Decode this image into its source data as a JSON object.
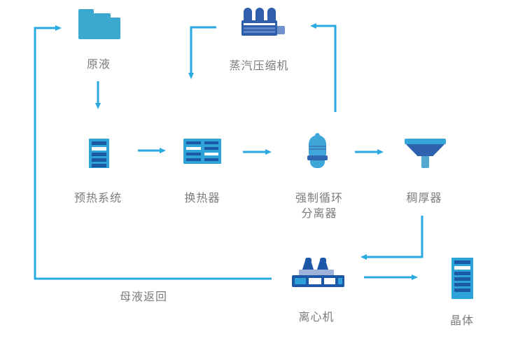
{
  "diagram": {
    "type": "process-flow",
    "language": "zh-CN",
    "nodes": [
      {
        "id": "raw-liquid",
        "label": "原液",
        "icon": "folder-icon"
      },
      {
        "id": "steam-compressor",
        "label": "蒸汽压缩机",
        "icon": "compressor-icon"
      },
      {
        "id": "preheater",
        "label": "预热系统",
        "icon": "striped-panel-icon"
      },
      {
        "id": "heat-exchanger",
        "label": "换热器",
        "icon": "exchanger-icon"
      },
      {
        "id": "separator",
        "label": "强制循环分离器",
        "line1": "强制循环",
        "line2": "分离器",
        "icon": "vessel-icon"
      },
      {
        "id": "thickener",
        "label": "稠厚器",
        "icon": "funnel-icon"
      },
      {
        "id": "centrifuge",
        "label": "离心机",
        "icon": "centrifuge-icon"
      },
      {
        "id": "crystal",
        "label": "晶体",
        "icon": "crystal-icon"
      }
    ],
    "edges": [
      {
        "from": "raw-liquid",
        "to": "preheater"
      },
      {
        "from": "preheater",
        "to": "heat-exchanger"
      },
      {
        "from": "heat-exchanger",
        "to": "separator"
      },
      {
        "from": "separator",
        "to": "thickener"
      },
      {
        "from": "separator",
        "to": "steam-compressor"
      },
      {
        "from": "steam-compressor",
        "to": "heat-exchanger"
      },
      {
        "from": "thickener",
        "to": "centrifuge"
      },
      {
        "from": "centrifuge",
        "to": "crystal"
      },
      {
        "from": "centrifuge",
        "to": "raw-liquid",
        "label": "母液返回"
      }
    ],
    "colors": {
      "arrow_blue": "#29A9E0",
      "icon_light_blue": "#2EA3D8",
      "folder_blue": "#3BA8D0",
      "icon_dark_blue": "#2F5FAC",
      "icon_navy": "#1D57A8",
      "platform_periwinkle": "#9FB3D9",
      "label_gray": "#7B7B7B",
      "background": "#FFFFFF"
    }
  }
}
